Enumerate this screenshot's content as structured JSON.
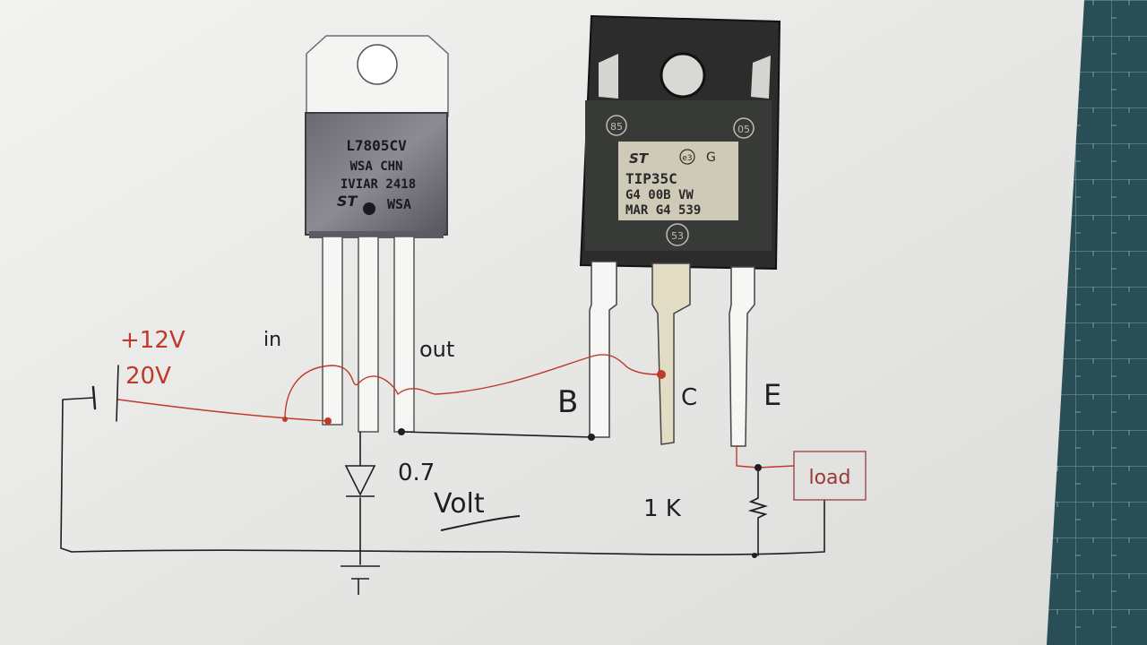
{
  "regulator": {
    "marking": [
      "L7805CV",
      "WSA CHN",
      "IVIAR 2418",
      "WSA"
    ],
    "pin_labels": {
      "in": "in",
      "out": "out"
    }
  },
  "transistor": {
    "marking": [
      "TIP35C",
      "G4 00B VW",
      "MAR G4 539"
    ],
    "badges": {
      "top_left": "85",
      "top_right": "05",
      "bottom": "53",
      "logo_g": "G",
      "e3": "e3"
    },
    "pin_labels": {
      "b": "B",
      "c": "C",
      "e": "E"
    }
  },
  "supply": {
    "line1": "+12V",
    "line2": "20V"
  },
  "diode": {
    "value": "0.7",
    "unit": "Volt"
  },
  "resistor": {
    "value": "1 K"
  },
  "load": {
    "label": "load"
  },
  "colors": {
    "paper": "#ecece9",
    "red_ink": "#c0392b",
    "black_ink": "#1f1f1f",
    "mat": "#2a4e55"
  }
}
